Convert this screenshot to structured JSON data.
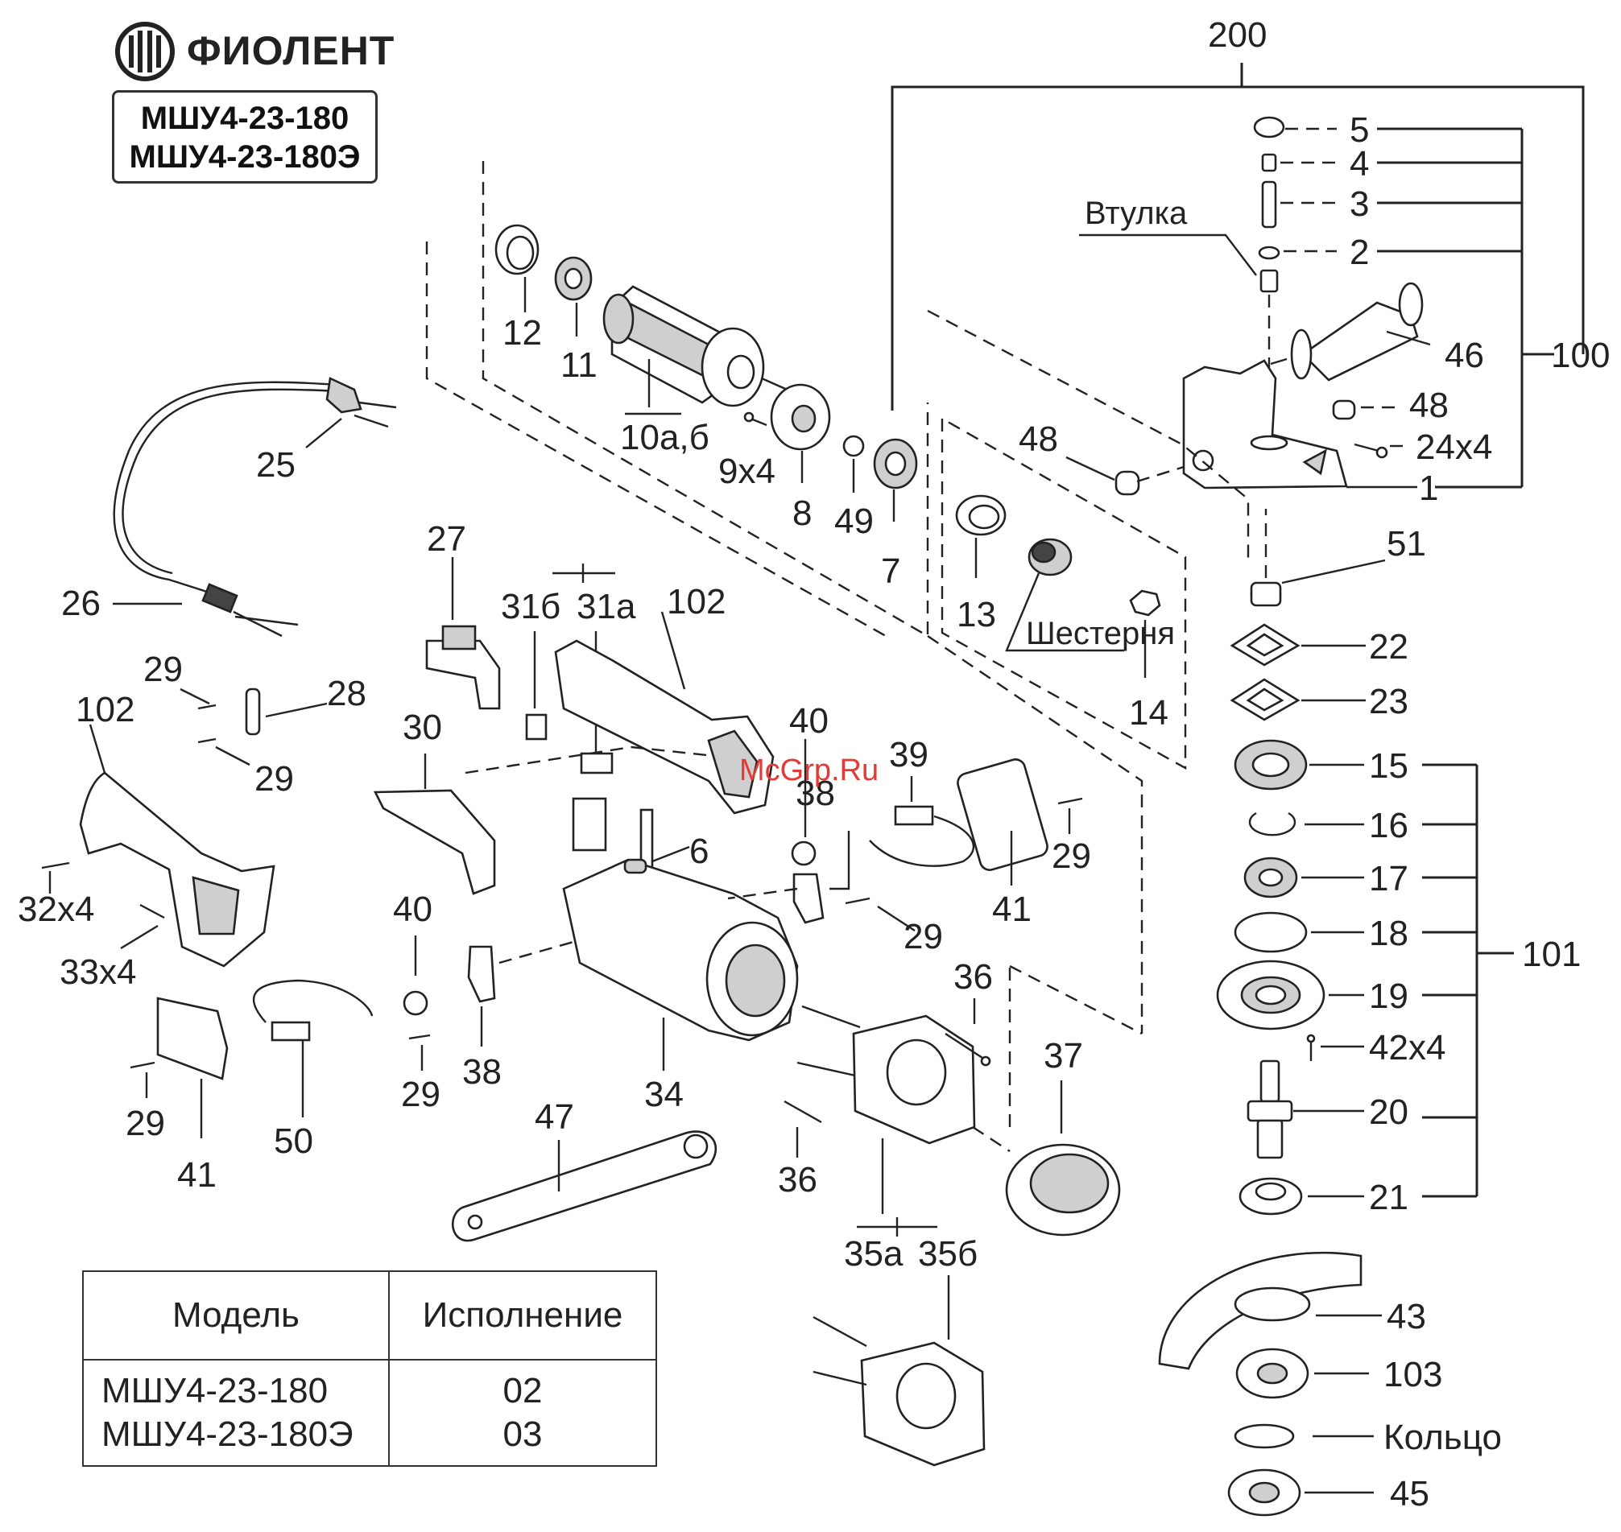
{
  "brand": {
    "name": "ФИОЛЕНТ",
    "models": [
      "МШУ4-23-180",
      "МШУ4-23-180Э"
    ]
  },
  "watermark": "McGrp.Ru",
  "labels": {
    "l200": "200",
    "l100": "100",
    "l101": "101",
    "l5": "5",
    "l4": "4",
    "l3": "3",
    "l2": "2",
    "l1": "1",
    "vtulka": "Втулка",
    "l46": "46",
    "l48a": "48",
    "l48b": "48",
    "l24x4": "24x4",
    "l51": "51",
    "l22": "22",
    "l23": "23",
    "l15": "15",
    "l16": "16",
    "l17": "17",
    "l18": "18",
    "l19": "19",
    "l42x4": "42x4",
    "l20": "20",
    "l21": "21",
    "l43": "43",
    "l103": "103",
    "koltso": "Кольцо",
    "l45": "45",
    "l12": "12",
    "l11": "11",
    "l10ab": "10а,б",
    "l9x4": "9x4",
    "l8": "8",
    "l49": "49",
    "l7": "7",
    "l13": "13",
    "shesternya": "Шестерня",
    "l14": "14",
    "l25": "25",
    "l26": "26",
    "l27": "27",
    "l28": "28",
    "l29a": "29",
    "l29b": "29",
    "l29c": "29",
    "l29d": "29",
    "l29e": "29",
    "l29f": "29",
    "l30": "30",
    "l31b": "31б",
    "l31a": "31а",
    "l102a": "102",
    "l102b": "102",
    "l6": "6",
    "l40a": "40",
    "l40b": "40",
    "l39": "39",
    "l38a": "38",
    "l38b": "38",
    "l41a": "41",
    "l41b": "41",
    "l32x4": "32x4",
    "l33x4": "33x4",
    "l50": "50",
    "l34": "34",
    "l47": "47",
    "l36a": "36",
    "l36b": "36",
    "l37": "37",
    "l35a": "35а",
    "l35b": "35б"
  },
  "table": {
    "headers": [
      "Модель",
      "Исполнение"
    ],
    "rows": [
      {
        "model": "МШУ4-23-180",
        "version": "02"
      },
      {
        "model": "МШУ4-23-180Э",
        "version": "03"
      }
    ]
  }
}
